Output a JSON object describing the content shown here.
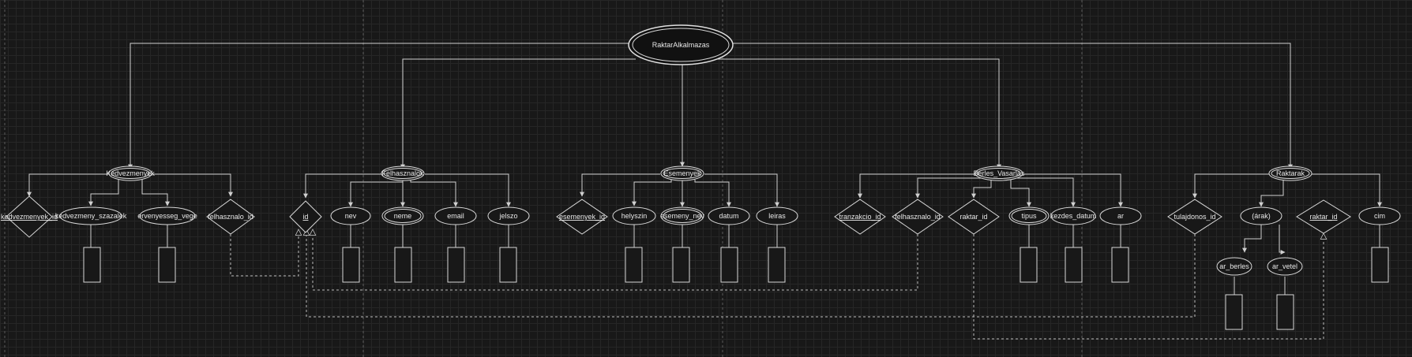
{
  "root": "RaktarAlkalmazas",
  "entities": [
    {
      "name": "Kedvezmenyek",
      "attributes": [
        {
          "label": "kedvezmenyek_id",
          "shape": "diamond"
        },
        {
          "label": "kedvezmeny_szazalek",
          "shape": "ellipse"
        },
        {
          "label": "ervenyesseg_vege",
          "shape": "ellipse"
        },
        {
          "label": "felhasznalo_id",
          "shape": "diamond"
        }
      ]
    },
    {
      "name": "Felhasznalok",
      "attributes": [
        {
          "label": "id",
          "shape": "diamond"
        },
        {
          "label": "nev",
          "shape": "ellipse"
        },
        {
          "label": "neme",
          "shape": "double-ellipse"
        },
        {
          "label": "email",
          "shape": "ellipse"
        },
        {
          "label": "jelszo",
          "shape": "ellipse"
        }
      ]
    },
    {
      "name": "Esemenyek",
      "attributes": [
        {
          "label": "esemenyek_id",
          "shape": "diamond"
        },
        {
          "label": "helyszin",
          "shape": "ellipse"
        },
        {
          "label": "esemeny_nev",
          "shape": "double-ellipse"
        },
        {
          "label": "datum",
          "shape": "ellipse"
        },
        {
          "label": "leiras",
          "shape": "ellipse"
        }
      ]
    },
    {
      "name": "Berles_Vasarlas",
      "attributes": [
        {
          "label": "tranzakcio_id",
          "shape": "diamond"
        },
        {
          "label": "felhasznalo_id",
          "shape": "diamond"
        },
        {
          "label": "raktar_id",
          "shape": "diamond"
        },
        {
          "label": "tipus",
          "shape": "double-ellipse"
        },
        {
          "label": "kezdes_datum",
          "shape": "ellipse"
        },
        {
          "label": "ar",
          "shape": "ellipse"
        }
      ]
    },
    {
      "name": "Raktarak",
      "attributes": [
        {
          "label": "tulajdonos_id",
          "shape": "diamond"
        },
        {
          "label": "(árak)",
          "shape": "ellipse"
        },
        {
          "label": "raktar_id",
          "shape": "diamond"
        },
        {
          "label": "cim",
          "shape": "ellipse"
        }
      ]
    }
  ],
  "sub_attributes": [
    {
      "parent": "(árak)",
      "label": "ar_berles",
      "shape": "ellipse"
    },
    {
      "parent": "(árak)",
      "label": "ar_vetel",
      "shape": "ellipse"
    }
  ],
  "colors": {
    "background": "#181818",
    "grid": "#262626",
    "stroke": "#d8d8d8",
    "text": "#e6e6e6",
    "page_break": "#5a5a5a"
  }
}
